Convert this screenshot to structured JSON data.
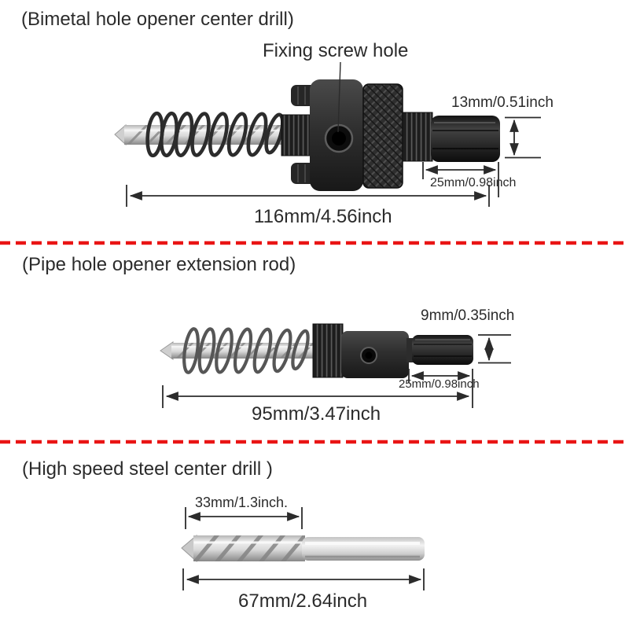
{
  "diagram": {
    "background": "#ffffff",
    "divider_color": "#e91414",
    "line_color": "#2b2b2b",
    "sections": [
      {
        "title": "(Bimetal hole opener center drill)",
        "callout": "Fixing screw hole",
        "dims": {
          "shank_width": "13mm/0.51inch",
          "shank_length": "25mm/0.98inch",
          "overall_length": "116mm/4.56inch"
        }
      },
      {
        "title": "(Pipe hole opener extension rod)",
        "dims": {
          "shank_width": "9mm/0.35inch",
          "shank_length": "25mm/0.98inch",
          "overall_length": "95mm/3.47inch"
        }
      },
      {
        "title": "(High speed steel center drill )",
        "dims": {
          "flute_length": "33mm/1.3inch.",
          "overall_length": "67mm/2.64inch"
        }
      }
    ]
  }
}
